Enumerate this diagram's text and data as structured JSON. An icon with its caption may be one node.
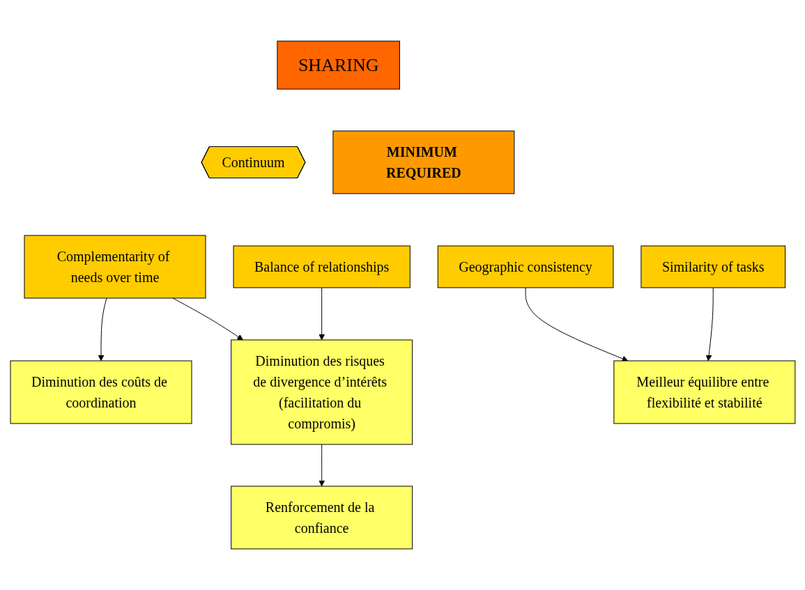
{
  "diagram": {
    "nodes": [
      {
        "text": [
          "SHARING"
        ]
      },
      {
        "text": [
          "Continuum"
        ]
      },
      {
        "text": [
          "MINIMUM REQUIRED"
        ]
      },
      {
        "text": [
          "Complementarity of needs over time"
        ]
      },
      {
        "text": [
          "Balance of relationships"
        ]
      },
      {
        "text": [
          "Geographic consistency"
        ]
      },
      {
        "text": [
          "Similarity of tasks"
        ]
      },
      {
        "text": [
          "Diminution des coûts de coordination"
        ]
      },
      {
        "text": [
          "Diminution des risques de divergence d’intérêts (facilitation du compromis)"
        ]
      },
      {
        "text": [
          "Meilleur équilibre entre flexibilité et stabilité"
        ]
      },
      {
        "text": [
          "Renforcement de la confiance"
        ]
      }
    ],
    "edges": [
      {
        "from": 3,
        "to": 7,
        "arrow": "to"
      },
      {
        "from": 3,
        "to": 8,
        "arrow": "to"
      },
      {
        "from": 4,
        "to": 8,
        "arrow": "to"
      },
      {
        "from": 5,
        "to": 9,
        "arrow": "to"
      },
      {
        "from": 6,
        "to": 9,
        "arrow": "to"
      },
      {
        "from": 8,
        "to": 10,
        "arrow": "to"
      }
    ]
  }
}
